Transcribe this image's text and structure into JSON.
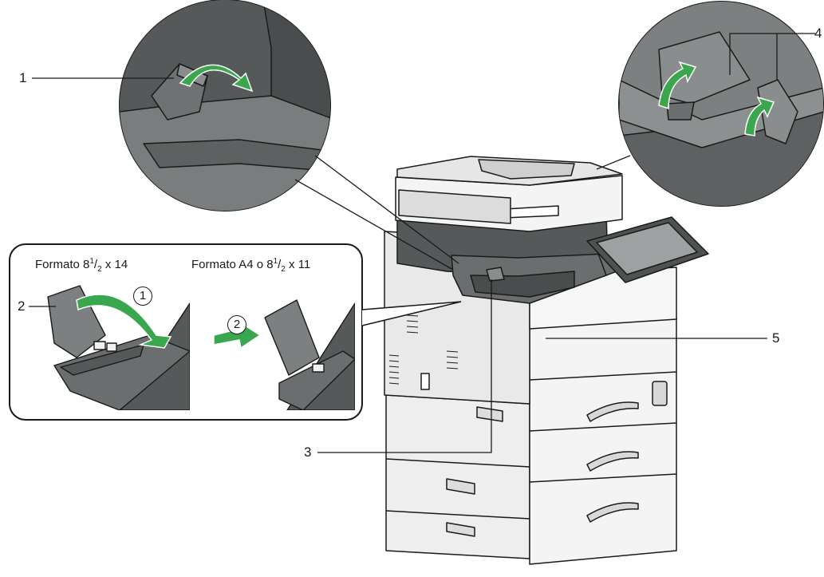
{
  "callouts": {
    "c1": "1",
    "c2": "2",
    "c3": "3",
    "c4": "4",
    "c5": "5"
  },
  "captions": {
    "left": {
      "prefix": "Formato 8",
      "sup": "1",
      "sub": "2",
      "suffix": " x 14"
    },
    "right": {
      "prefix": "Formato A4 o 8",
      "sup": "1",
      "sub": "2",
      "suffix": " x 11"
    }
  },
  "steps": {
    "s1": "1",
    "s2": "2"
  },
  "colors": {
    "body_dark": "#56595a",
    "body_mid": "#7d8080",
    "panel_light": "#f2f2f2",
    "arrow_green": "#3aa64e",
    "outline": "#1a1a1a"
  }
}
